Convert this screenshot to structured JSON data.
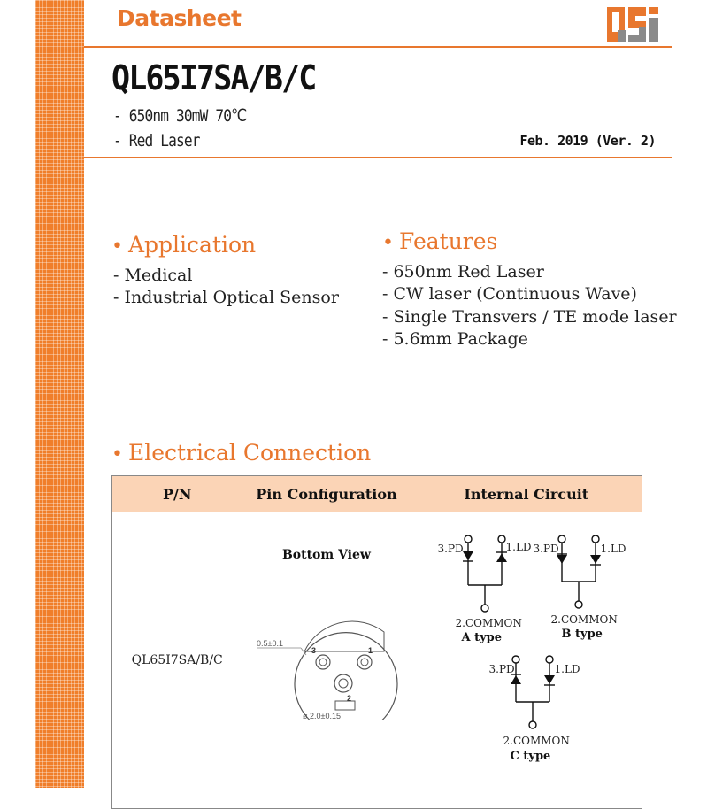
{
  "header": {
    "label": "Datasheet",
    "logo_text": "QSI",
    "part_number": "QL65I7SA/B/C",
    "subtitle_lines": [
      "- 650nm 30mW 70℃",
      "- Red Laser"
    ],
    "date": "Feb. 2019 (Ver. 2)"
  },
  "application": {
    "heading": "Application",
    "items": [
      "- Medical",
      "- Industrial Optical Sensor"
    ]
  },
  "features": {
    "heading": "Features",
    "items": [
      "- 650nm Red Laser",
      "- CW laser (Continuous Wave)",
      "- Single Transvers / TE mode laser",
      "- 5.6mm Package"
    ]
  },
  "electrical": {
    "heading": "Electrical Connection",
    "columns": [
      "P/N",
      "Pin Configuration",
      "Internal Circuit"
    ],
    "pn_value": "QL65I7SA/B/C",
    "bottom_view": "Bottom View",
    "pkg_labels": {
      "gap": "0.5±0.1",
      "pin1": "1",
      "pin2": "2",
      "pin3": "3",
      "dia": "ø 2.0±0.15"
    },
    "circuits": [
      {
        "pd": "3.PD",
        "ld": "1.LD",
        "common": "2.COMMON",
        "type": "A type"
      },
      {
        "pd": "3.PD",
        "ld": "1.LD",
        "common": "2.COMMON",
        "type": "B type"
      },
      {
        "pd": "3.PD",
        "ld": "1.LD",
        "common": "2.COMMON",
        "type": "C type"
      }
    ]
  },
  "colors": {
    "accent": "#e8772e",
    "table_header": "#fbd4b6",
    "logo_dark": "#8a8a8a"
  }
}
